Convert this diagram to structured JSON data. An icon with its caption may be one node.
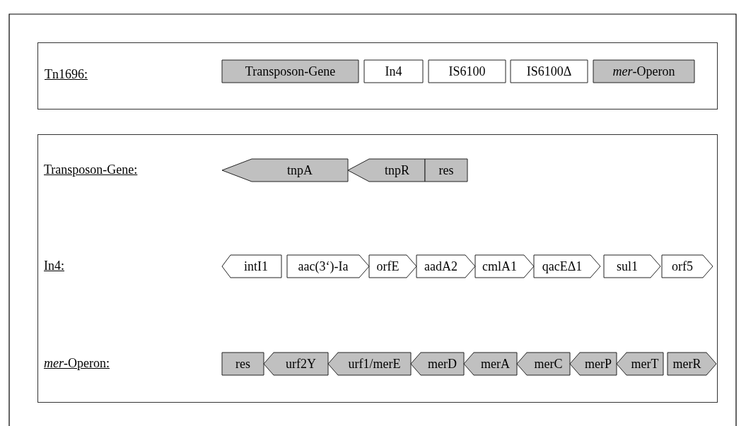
{
  "diagram": {
    "nodes": [
      {
        "text": [
          "Tn1696:"
        ]
      },
      {
        "text": [
          "Transposon-Gene"
        ],
        "in": 0
      },
      {
        "text": [
          "In4"
        ],
        "in": 0
      },
      {
        "text": [
          "IS6100"
        ],
        "in": 0
      },
      {
        "text": [
          "IS6100Δ"
        ],
        "in": 0
      },
      {
        "text": [
          "*mer*-Operon"
        ],
        "in": 0
      },
      {
        "text": [],
        "shape": "box"
      },
      {
        "text": [
          "tnpA"
        ],
        "in": 6
      },
      {
        "text": [
          "tnpR"
        ],
        "in": 6
      },
      {
        "text": [
          "res"
        ],
        "in": 6
      },
      {
        "text": [
          "intI1"
        ],
        "in": 6
      },
      {
        "text": [
          "aac(3‘)-Ia"
        ],
        "in": 6
      },
      {
        "text": [
          "orfE"
        ],
        "in": 6
      },
      {
        "text": [
          "aadA2"
        ],
        "in": 6
      },
      {
        "text": [
          "cmlA1"
        ],
        "in": 6
      },
      {
        "text": [
          "qacEΔ1"
        ],
        "in": 6
      },
      {
        "text": [
          "sul1"
        ],
        "in": 6
      },
      {
        "text": [
          "orf5"
        ],
        "in": 6
      },
      {
        "text": [
          "res"
        ],
        "in": 6
      },
      {
        "text": [
          "urf2Y"
        ],
        "in": 6
      },
      {
        "text": [
          "urf1/merE"
        ],
        "in": 6
      },
      {
        "text": [
          "merD"
        ],
        "in": 6
      },
      {
        "text": [
          "merA"
        ],
        "in": 6
      },
      {
        "text": [
          "merC"
        ],
        "in": 6
      },
      {
        "text": [
          "merP"
        ],
        "in": 6
      },
      {
        "text": [
          "merT"
        ],
        "in": 6
      },
      {
        "text": [
          "merR"
        ],
        "in": 6
      }
    ],
    "labels": [
      "Transposon-Gene:",
      "In4:",
      "*mer*-Operon:"
    ]
  }
}
